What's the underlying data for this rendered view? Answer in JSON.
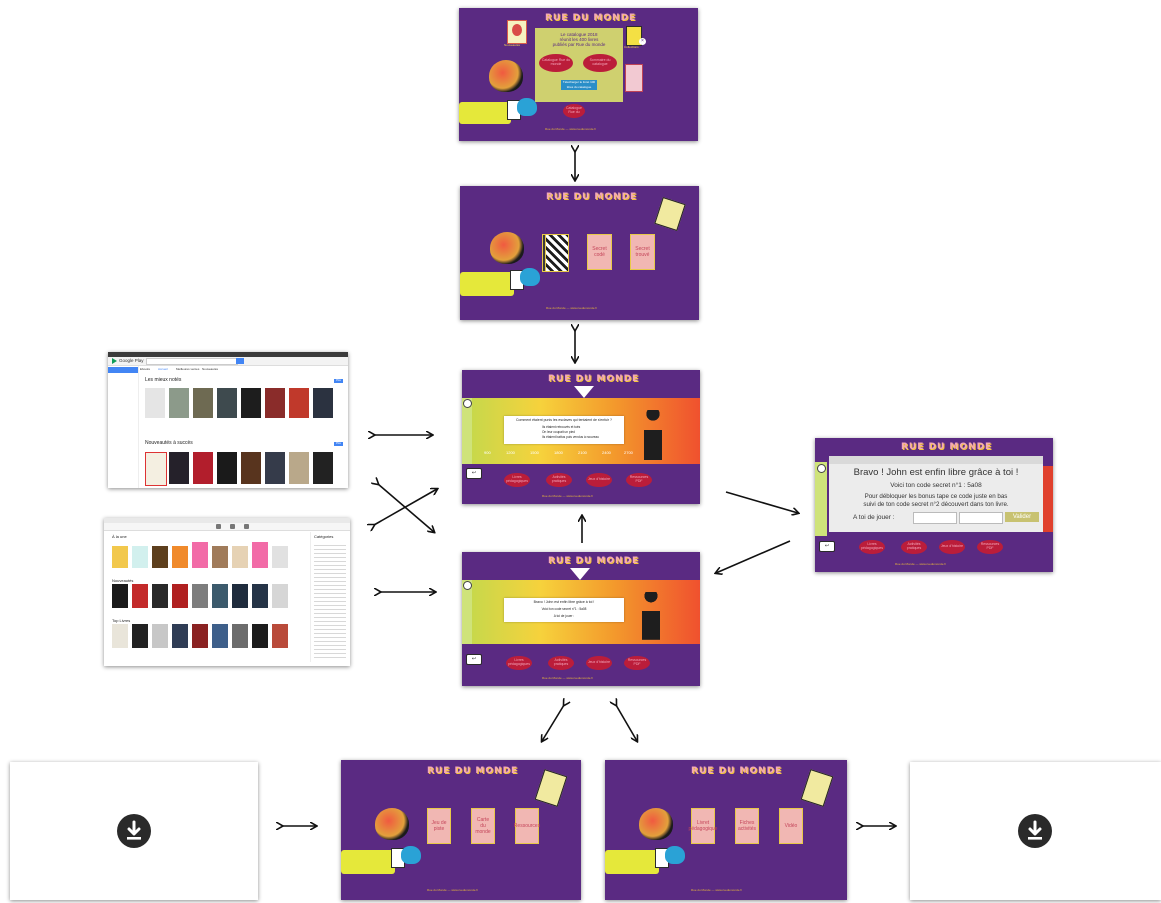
{
  "brand": "RUE DU MONDE",
  "footer": "Rue du Monde — www.ruedumonde.fr",
  "screen_home": {
    "headline_lines": [
      "Le catalogue 2018",
      "réunit les 400 livres",
      "publiés par Rue du monde"
    ],
    "bubble_left": "Catalogue Rue du monde",
    "bubble_right": "Sommaire du catalogue",
    "button": "Télécharger le livret 100 titres du catalogue",
    "bubble_bottom": "Catalogue Rue du",
    "book_left_label": "Nouveautés",
    "book_right_label": "Collections"
  },
  "screen_cards": {
    "card_3": "Secret codé",
    "card_4": "Secret trouvé"
  },
  "screen_quiz": {
    "question": "Comment étaient punis les esclaves qui tentaient de s'enfuir ?",
    "options": [
      "Ils étaient retrouvés et tués",
      "On leur coupait un pied",
      "Ils étaient battus puis vendus à nouveau"
    ],
    "steps": [
      "900",
      "1200",
      "1500",
      "1800",
      "2100",
      "2400",
      "2700"
    ],
    "bubbles": [
      "Livres pédagogiques",
      "Activités pratiques",
      "Jeux d'histoire",
      "Ressources PDF"
    ]
  },
  "screen_unlock": {
    "bubbles": [
      "Livres pédagogiques",
      "Activités pratiques",
      "Jeux d'histoire",
      "Ressources PDF"
    ]
  },
  "screen_congrats": {
    "title": "Bravo ! John est enfin libre grâce à toi !",
    "secret_line": "Voici ton code secret n°1 : 5a08",
    "instruction": "Pour débloquer les bonus tape ce code juste en bas suivi de ton code secret n°2 découvert dans ton livre.",
    "prompt": "A toi de jouer :",
    "validate": "Valider",
    "bubbles": [
      "Livres pédagogiques",
      "Activités pratiques",
      "Jeux d'histoire",
      "Ressources PDF"
    ]
  },
  "store_google": {
    "brand": "Google Play",
    "nav": [
      "Ebooks",
      "Accueil",
      "Meilleures ventes",
      "Nouveautés"
    ],
    "section_1": "Les mieux notés",
    "section_2": "Nouveautés à succès",
    "more": "Plus"
  },
  "store_itunes": {
    "section_1": "À la une",
    "section_2": "Nouveautés",
    "section_3": "Top Livres",
    "sidebar_title": "Catégories"
  },
  "bonus_cards_left": [
    "Jeu de piste",
    "Carte du monde",
    "Ressources"
  ],
  "bonus_cards_right": [
    "Livret pédagogique",
    "Fiches activités",
    "Vidéo"
  ],
  "colors": {
    "purple": "#5a2a82",
    "pink_card": "#f1b7b3",
    "red_bubble": "#bb1d3a",
    "gold": "#e8c948"
  },
  "icons": [
    "download-icon",
    "back-arrow-icon",
    "double-arrow-icon"
  ]
}
